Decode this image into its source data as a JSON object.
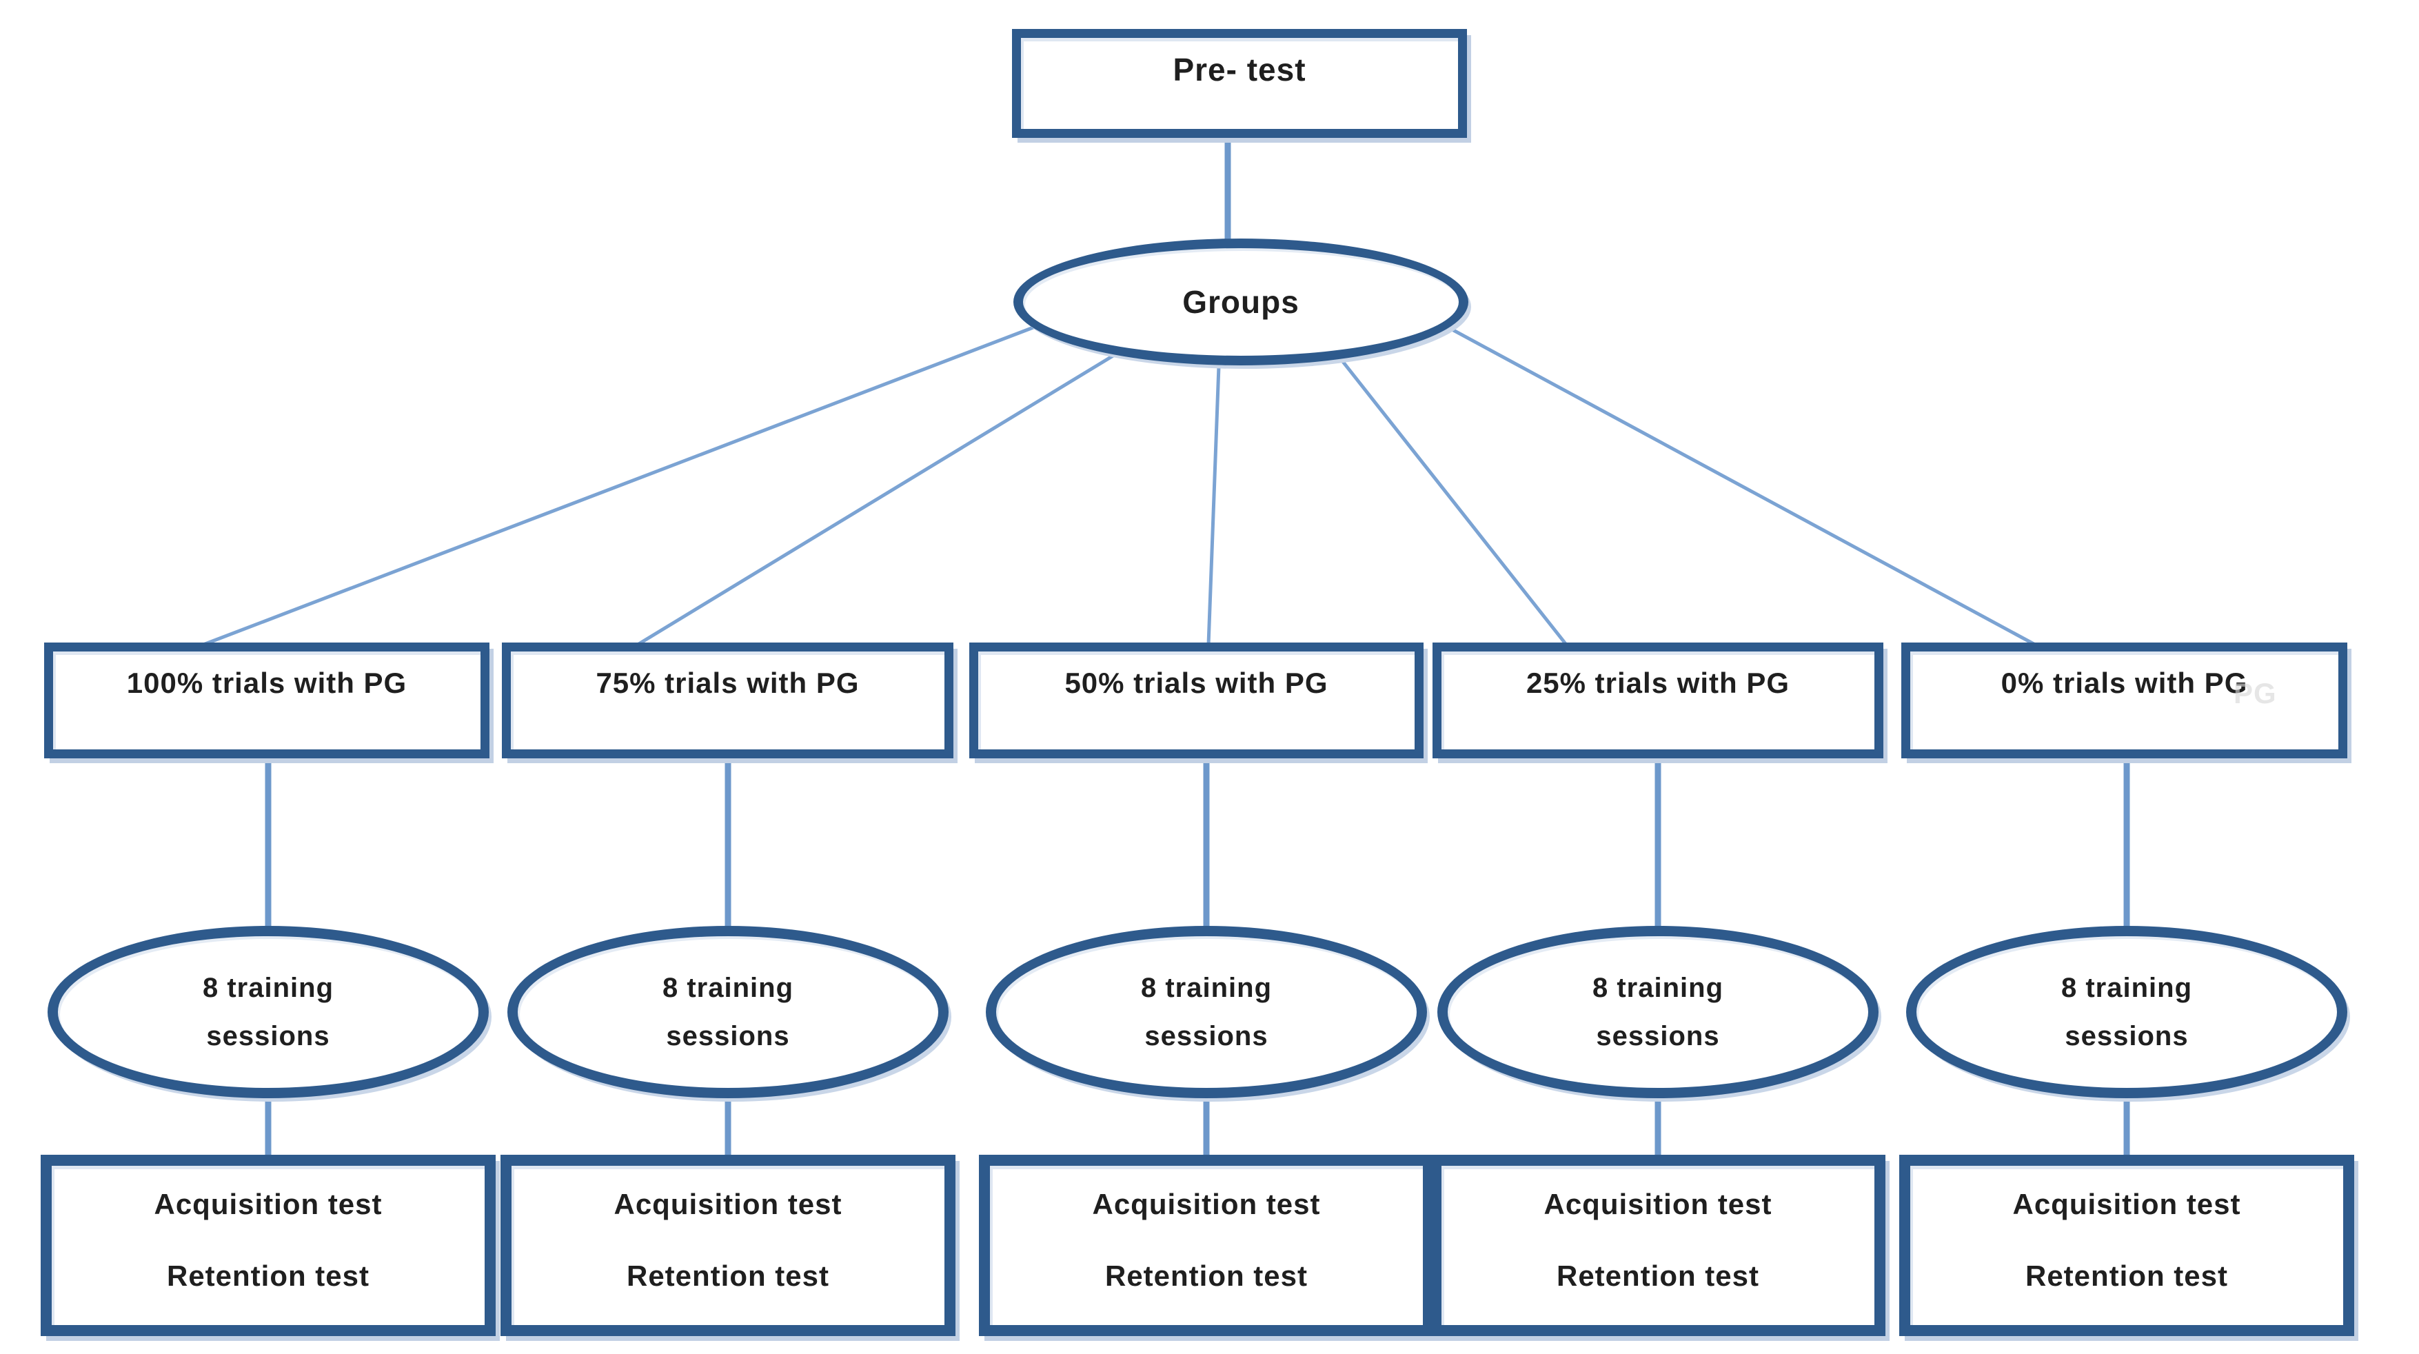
{
  "diagram": {
    "pretest": {
      "label": "Pre- test"
    },
    "groups": {
      "label": "Groups"
    },
    "conditions": [
      {
        "label": "100% trials with PG"
      },
      {
        "label": "75% trials with PG"
      },
      {
        "label": "50% trials with PG"
      },
      {
        "label": "25% trials with PG"
      },
      {
        "label": "0% trials with PG"
      }
    ],
    "ghost_label": "PG",
    "training": {
      "line1": "8 training",
      "line2": "sessions"
    },
    "tests": {
      "line1": "Acquisition test",
      "line2": "Retention test"
    },
    "colors": {
      "node_border": "#2e5a8c",
      "connector": "#6d98cb",
      "shadow_outer": "#c2d0e4",
      "shadow_inner": "#dfe7f2",
      "text": "#1f1f1f",
      "background": "#ffffff",
      "ghost_text": "#d6d6d6"
    }
  }
}
